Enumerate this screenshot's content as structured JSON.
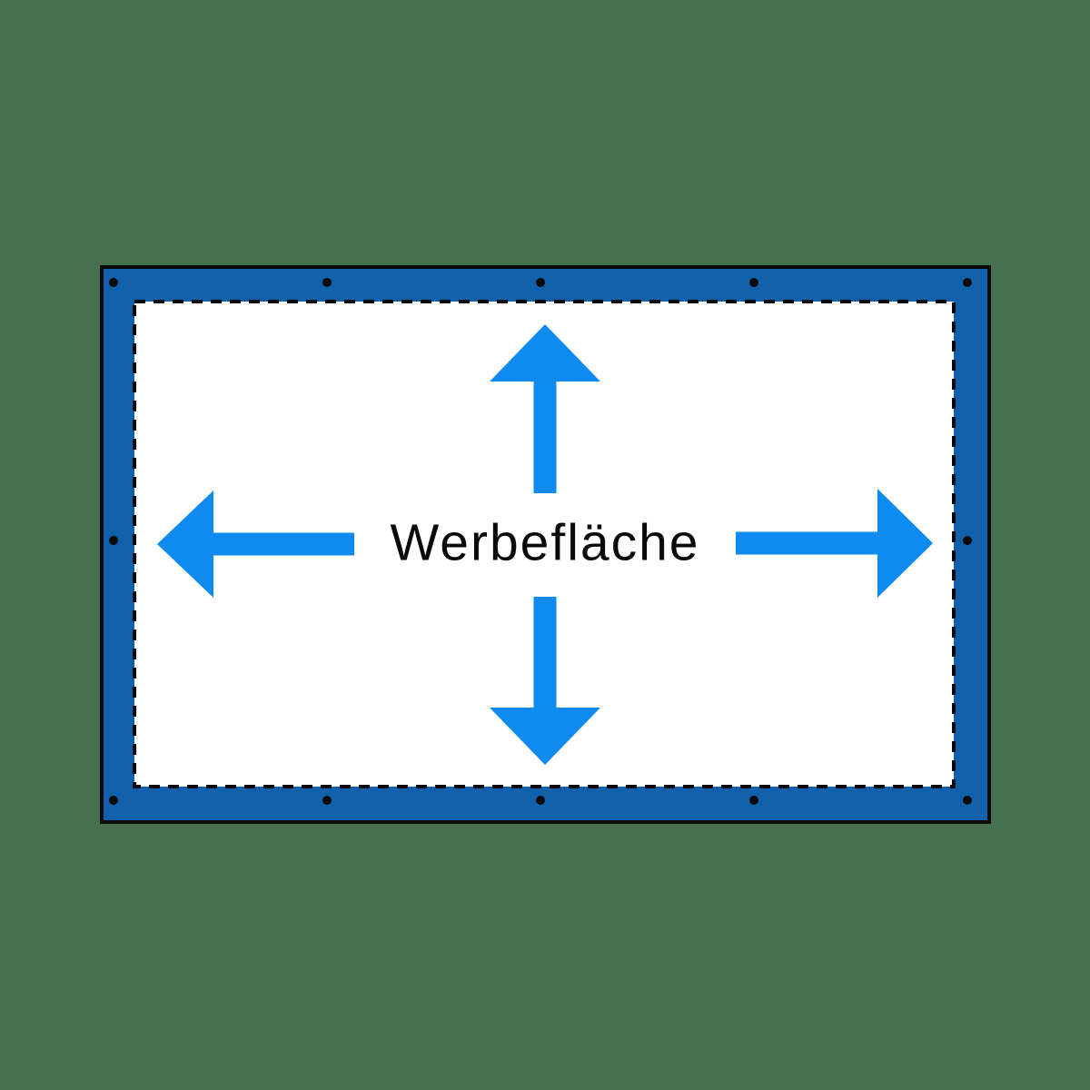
{
  "scene": {
    "background_color": "#47704E"
  },
  "banner": {
    "label": "Werbefläche",
    "frame_color": "#1160AB",
    "outline_color": "#0A0A0A",
    "panel_color": "#FFFFFF",
    "hem_stitch_style": "dashed",
    "hem_stitch_color": "#0A0A0A",
    "grommets": {
      "count": 12,
      "ring_color": "#0A0A0A",
      "center_color": "#ABABAB"
    },
    "arrows": {
      "color": "#0E8BF1",
      "directions": [
        "up",
        "right",
        "down",
        "left"
      ]
    }
  }
}
